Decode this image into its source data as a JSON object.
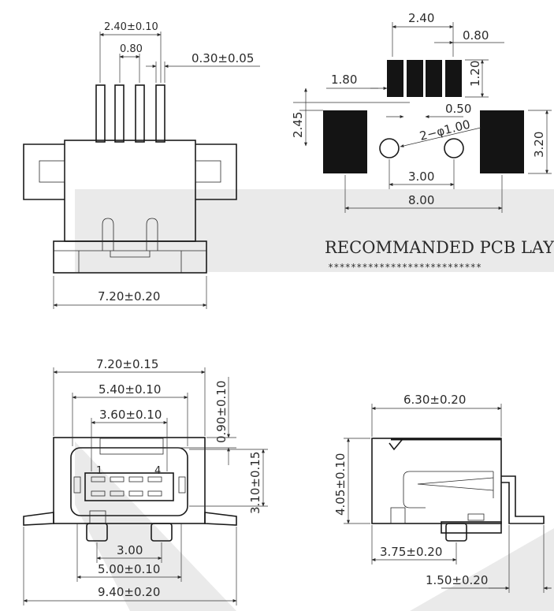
{
  "front_view": {
    "pitch_total": "2.40±0.10",
    "pitch": "0.80",
    "pin_width": "0.30±0.05",
    "width": "7.20±0.20"
  },
  "pcb_layout": {
    "pad_span": "2.40",
    "pad_pitch": "0.80",
    "pad_length": "1.20",
    "offset": "1.80",
    "pad_width": "0.50",
    "mount_pad_height": "2.45",
    "holes": "2−φ1.00",
    "mount_pad_width": "3.20",
    "hole_spacing": "3.00",
    "mount_spacing": "8.00",
    "title": "RECOMMANDED PCB LAYOUT",
    "underline": "***************************"
  },
  "bottom_view": {
    "outer_width": "7.20±0.15",
    "mid_width": "5.40±0.10",
    "inner_width": "3.60±0.10",
    "top_gap": "0.90±0.10",
    "height": "3.10±0.15",
    "pin1": "1",
    "pin4": "4",
    "post_spacing": "3.00",
    "post_outer": "5.00±0.10",
    "flange_width": "9.40±0.20"
  },
  "side_view": {
    "depth": "6.30±0.20",
    "height": "4.05±0.10",
    "post_offset": "3.75±0.20",
    "tab_length": "1.50±0.20"
  }
}
